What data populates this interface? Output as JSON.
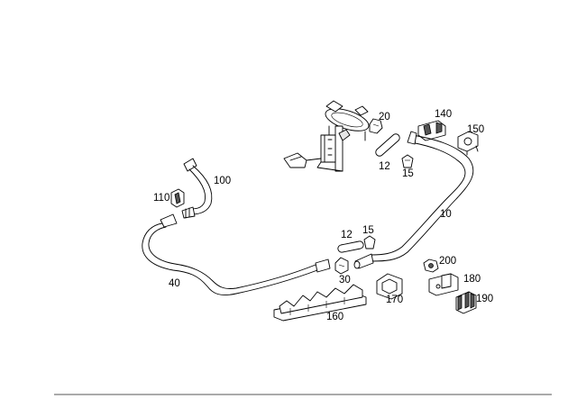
{
  "callouts": {
    "c10": "10",
    "c12a": "12",
    "c15a": "15",
    "c20": "20",
    "c140": "140",
    "c150": "150",
    "c100": "100",
    "c110": "110",
    "c12b": "12",
    "c15b": "15",
    "c30": "30",
    "c40": "40",
    "c160": "160",
    "c170": "170",
    "c180": "180",
    "c190": "190",
    "c200": "200"
  }
}
